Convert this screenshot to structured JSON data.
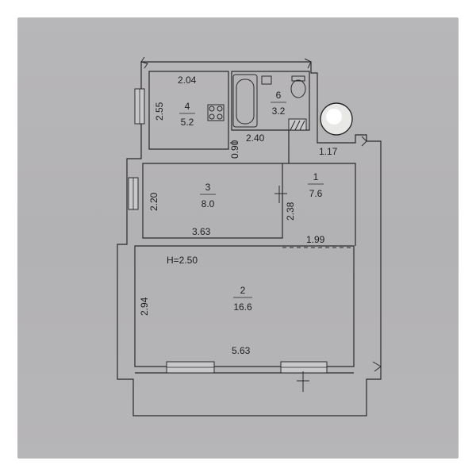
{
  "plan": {
    "height_note": "H=2.50",
    "rooms": [
      {
        "number": "1",
        "area": "7.6"
      },
      {
        "number": "2",
        "area": "16.6"
      },
      {
        "number": "3",
        "area": "8.0"
      },
      {
        "number": "4",
        "area": "5.2"
      },
      {
        "number": "6",
        "area": "3.2"
      }
    ],
    "dimensions": {
      "kitchen_width": "2.04",
      "kitchen_height": "2.55",
      "bath_width": "2.40",
      "hall_gap": "0.90",
      "shaft_width": "1.17",
      "room3_height": "2.20",
      "room3_width": "3.63",
      "room3_right": "2.38",
      "hall_width": "1.99",
      "room2_height": "2.94",
      "room2_width": "5.63"
    }
  }
}
